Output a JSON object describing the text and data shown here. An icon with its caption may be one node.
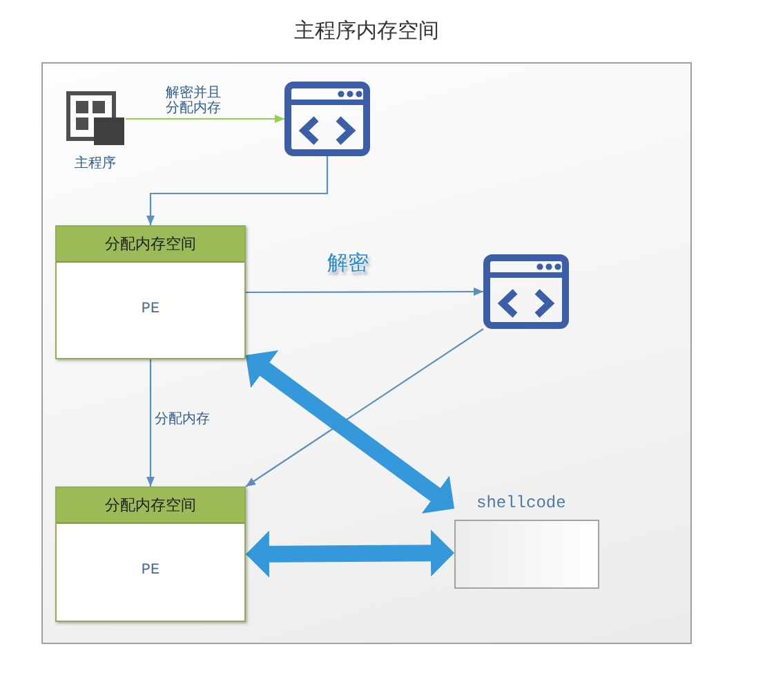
{
  "diagram": {
    "nodes": [
      {
        "text": [
          "主程序内存空间"
        ]
      },
      {
        "text": [
          "主程序"
        ],
        "in": 0
      },
      {
        "text": [],
        "shape": "picture",
        "in": 0
      },
      {
        "text": [
          "分配内存空间",
          "PE"
        ],
        "in": 0
      },
      {
        "text": [],
        "shape": "picture",
        "in": 0
      },
      {
        "text": [
          "分配内存空间",
          "PE"
        ],
        "in": 0
      },
      {
        "text": [
          "shellcode"
        ],
        "in": 0
      }
    ],
    "edges": [
      {
        "from": 1,
        "to": 2,
        "arrow": "to",
        "label": "解密并且分配内存",
        "color": "#92d050"
      },
      {
        "from": 2,
        "to": 3,
        "arrow": "to"
      },
      {
        "from": 3,
        "to": 4,
        "arrow": "to",
        "label": "解密"
      },
      {
        "from": 4,
        "to": 5,
        "arrow": "to"
      },
      {
        "from": 3,
        "to": 5,
        "arrow": "to",
        "label": "分配内存"
      },
      {
        "from": 3,
        "to": 6,
        "arrow": "both",
        "style": "thick",
        "color": "#3498db"
      },
      {
        "from": 5,
        "to": 6,
        "arrow": "both",
        "style": "thick",
        "color": "#3498db"
      }
    ]
  }
}
